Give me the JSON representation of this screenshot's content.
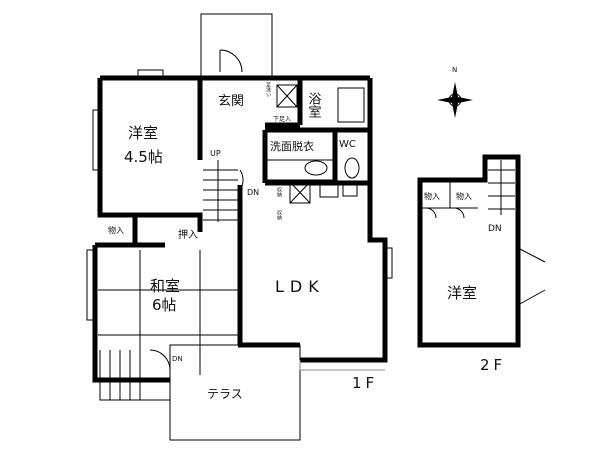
{
  "floor1": {
    "label": "1F",
    "rooms": {
      "western_room": {
        "name": "洋室",
        "size": "4.5帖"
      },
      "entrance": "玄関",
      "foot_wash": "足洗い",
      "shoe_storage": "下足入",
      "bathroom": "浴室",
      "washroom": "洗面脱衣",
      "toilet": "WC",
      "stairs_up": "UP",
      "stairs_down": "DN",
      "storage_a": "収納",
      "storage_b": "収納",
      "closet": "物入",
      "oshiire": "押入",
      "japanese_room": {
        "name": "和室",
        "size": "6帖"
      },
      "ldk": "LDK",
      "outdoor_steps_down": "DN",
      "terrace": "テラス"
    }
  },
  "floor2": {
    "label": "2F",
    "rooms": {
      "western_room": "洋室",
      "closet_a": "物入",
      "closet_b": "物入",
      "stairs_down": "DN"
    }
  },
  "compass": {
    "north_label": "N",
    "icon": "compass-rose-icon"
  }
}
